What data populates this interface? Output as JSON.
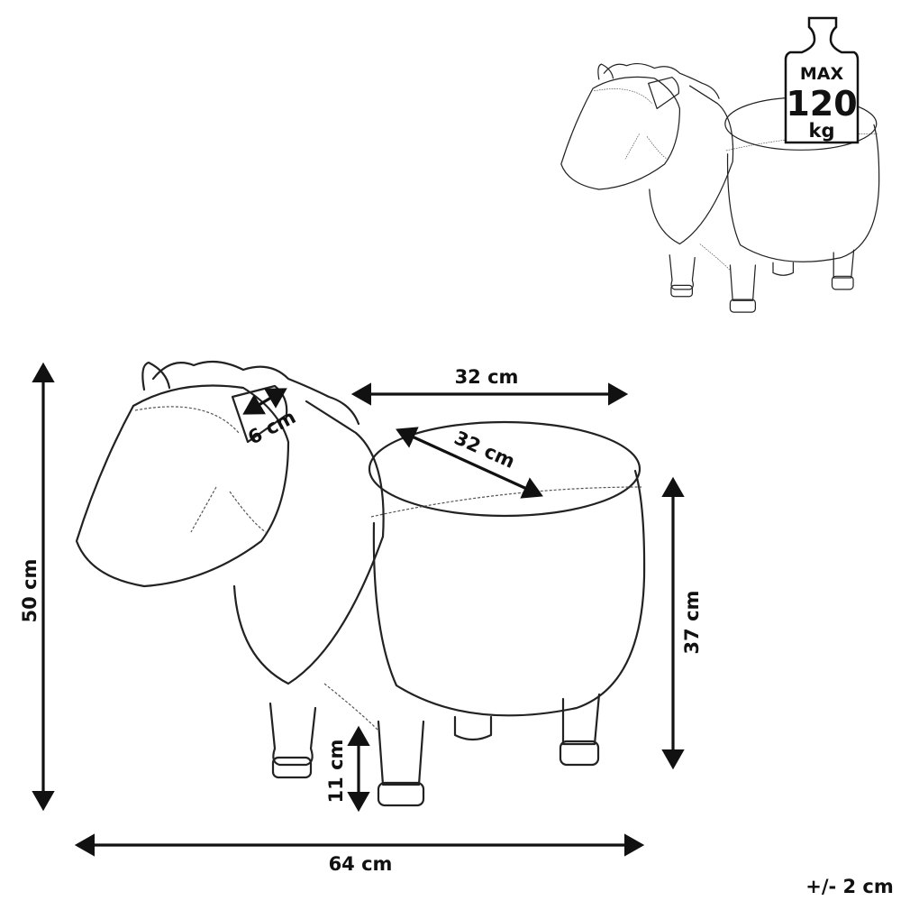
{
  "weight_badge": {
    "max_label": "MAX",
    "value": "120",
    "unit": "kg"
  },
  "dimensions": {
    "total_height": "50 cm",
    "total_length": "64 cm",
    "body_height": "37 cm",
    "leg_height": "11 cm",
    "seat_length": "32 cm",
    "seat_width": "32 cm",
    "ear_size": "6 cm"
  },
  "tolerance": "+/- 2 cm"
}
